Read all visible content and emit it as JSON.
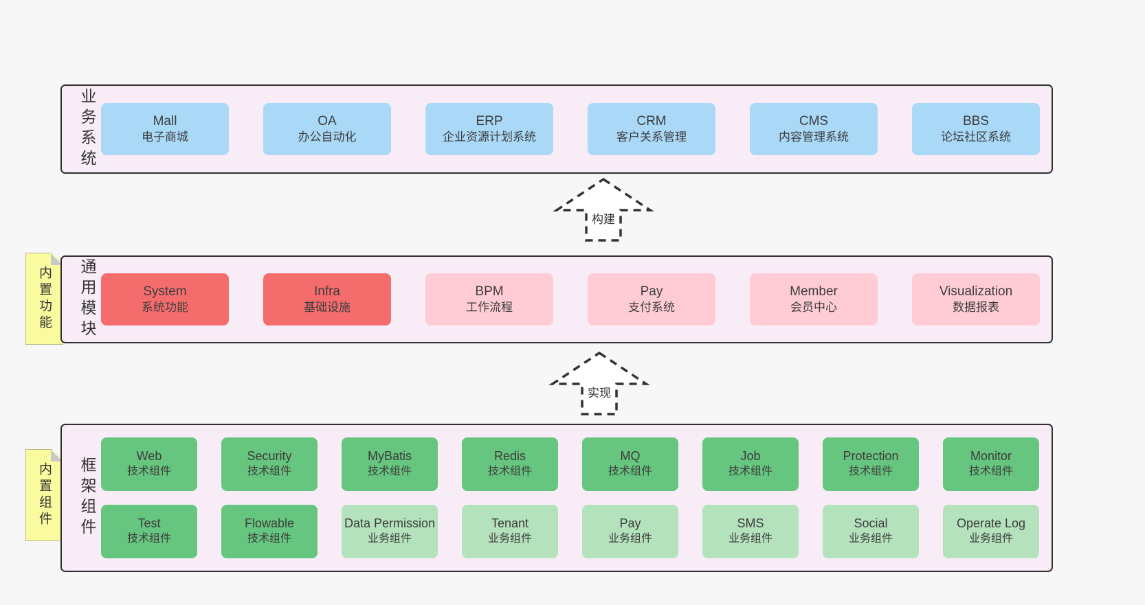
{
  "colors": {
    "page_bg": "#f7f7f7",
    "band_bg": "#f8edf6",
    "band_border": "#2f2f2f",
    "blue": "#a9d9f7",
    "red": "#f56c6c",
    "pink": "#ffccd5",
    "green": "#66c57e",
    "light_green": "#b4e2bd",
    "sticky": "#fafa9e",
    "sticky_fold": "#c8c8c8",
    "text": "#3d3d3d"
  },
  "arrows": [
    {
      "label": "构建"
    },
    {
      "label": "实现"
    }
  ],
  "bands": [
    {
      "id": "business-systems",
      "label": "业务系统",
      "rows": [
        [
          {
            "en": "Mall",
            "zh": "电子商城",
            "color": "blue"
          },
          {
            "en": "OA",
            "zh": "办公自动化",
            "color": "blue"
          },
          {
            "en": "ERP",
            "zh": "企业资源计划系统",
            "color": "blue"
          },
          {
            "en": "CRM",
            "zh": "客户关系管理",
            "color": "blue"
          },
          {
            "en": "CMS",
            "zh": "内容管理系统",
            "color": "blue"
          },
          {
            "en": "BBS",
            "zh": "论坛社区系统",
            "color": "blue"
          }
        ]
      ]
    },
    {
      "id": "common-modules",
      "label": "通用模块",
      "sticky": "内置功能",
      "rows": [
        [
          {
            "en": "System",
            "zh": "系统功能",
            "color": "red"
          },
          {
            "en": "Infra",
            "zh": "基础设施",
            "color": "red"
          },
          {
            "en": "BPM",
            "zh": "工作流程",
            "color": "pink"
          },
          {
            "en": "Pay",
            "zh": "支付系统",
            "color": "pink"
          },
          {
            "en": "Member",
            "zh": "会员中心",
            "color": "pink"
          },
          {
            "en": "Visualization",
            "zh": "数据报表",
            "color": "pink"
          }
        ]
      ]
    },
    {
      "id": "framework-components",
      "label": "框架组件",
      "sticky": "内置组件",
      "rows": [
        [
          {
            "en": "Web",
            "zh": "技术组件",
            "color": "green"
          },
          {
            "en": "Security",
            "zh": "技术组件",
            "color": "green"
          },
          {
            "en": "MyBatis",
            "zh": "技术组件",
            "color": "green"
          },
          {
            "en": "Redis",
            "zh": "技术组件",
            "color": "green"
          },
          {
            "en": "MQ",
            "zh": "技术组件",
            "color": "green"
          },
          {
            "en": "Job",
            "zh": "技术组件",
            "color": "green"
          },
          {
            "en": "Protection",
            "zh": "技术组件",
            "color": "green"
          },
          {
            "en": "Monitor",
            "zh": "技术组件",
            "color": "green"
          }
        ],
        [
          {
            "en": "Test",
            "zh": "技术组件",
            "color": "green"
          },
          {
            "en": "Flowable",
            "zh": "技术组件",
            "color": "green"
          },
          {
            "en": "Data Permission",
            "zh": "业务组件",
            "color": "light_green"
          },
          {
            "en": "Tenant",
            "zh": "业务组件",
            "color": "light_green"
          },
          {
            "en": "Pay",
            "zh": "业务组件",
            "color": "light_green"
          },
          {
            "en": "SMS",
            "zh": "业务组件",
            "color": "light_green"
          },
          {
            "en": "Social",
            "zh": "业务组件",
            "color": "light_green"
          },
          {
            "en": "Operate Log",
            "zh": "业务组件",
            "color": "light_green"
          }
        ]
      ]
    }
  ]
}
